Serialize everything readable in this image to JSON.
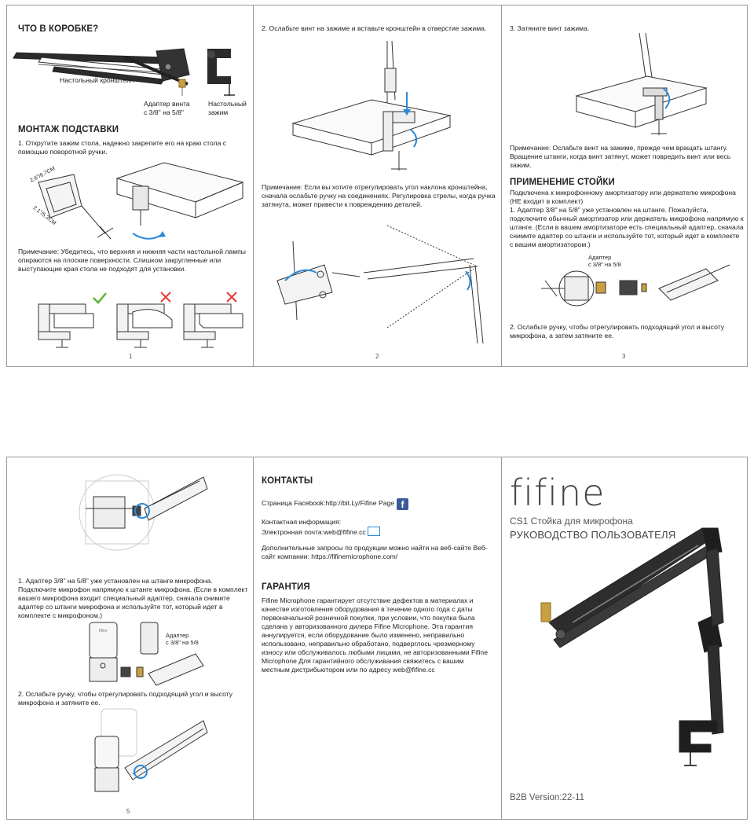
{
  "page1": {
    "title_box": "ЧТО В КОРОБКЕ?",
    "label_arm": "Настольный кронштейн",
    "label_adapter": "Адаптер винта\nс 3/8\" на 5/8\"",
    "label_clamp": "Настольный\nзажим",
    "title_mount": "МОНТАЖ ПОДСТАВКИ",
    "step1": "1. Открутите зажим стола, надежно закрепите его на краю стола с помощью поворотной ручки.",
    "dim1": "2.6\"/6.7CM",
    "dim2": "2.1\"/5.3CM",
    "note": "Примечание: Убедитесь, что верхняя и нижняя части настольной лампы опираются на плоские поверхности. Слишком закругленные или выступающие края стола не подходят для установки.",
    "page_number": "1"
  },
  "page2": {
    "step2": "2. Ослабьте винт на зажиме и вставьте кронштейн в отверстие зажима.",
    "note": "Примечание: Если вы хотите отрегулировать угол наклона кронштейна, сначала ослабьте ручку на соединениях. Регулировка стрелы, когда ручка затянута, может привести к повреждению деталей.",
    "page_number": "2"
  },
  "page3": {
    "step3": "3. Затяните винт зажима.",
    "note": "Примечание: Ослабьте винт на зажиме, прежде чем вращать штангу. Вращение штанги, когда винт затянут, может повредить винт или весь зажим.",
    "title_use": "ПРИМЕНЕНИЕ СТОЙКИ",
    "intro": "Подключена к микрофонному амортизатору или держателю микрофона (НЕ входит в комплект)",
    "step1": "1. Адаптер 3/8\" на 5/8\" уже установлен на штанге. Пожалуйста, подключите обычный амортизатор или держатель микрофона напрямую к штанге. (Если в вашем амортизаторе есть специальный адаптер, сначала снимите адаптер со штанги и используйте тот, который идет в комплекте с вашим амортизатором.)",
    "label_adapter": "Адаптер\nс 3/8\" на 5/8",
    "step2": "2. Ослабьте ручку, чтобы отрегулировать подходящий угол и высоту микрофона, а затем затяните ее.",
    "page_number": "3"
  },
  "page5": {
    "step1": "1. Адаптер 3/8\" на 5/8\" уже установлен на штанге микрофона. Подключите микрофон напрямую к штанге микрофона. (Если в комплект вашего микрофона входит специальный адаптер, сначала снимите адаптер со штанги микрофона и используйте тот, который идет в комплекте с микрофоном.)",
    "label_adapter": "Адаптер\nс 3/8\" на 5/8",
    "mic_brand": "fifine",
    "step2": "2. Ослабьте ручку, чтобы отрегулировать подходящий угол и высоту микрофона и затяните ее.",
    "page_number": "5"
  },
  "page6": {
    "title_contacts": "КОНТАКТЫ",
    "facebook": "Страница Facebook:http://bit.Ly/Fifine Page",
    "contact_label": "Контактная информация:",
    "email": "Электронная почта:web@fifine.cc",
    "more_info": "Дополнительные запросы по продукции можно найти на веб-сайте Веб-сайт компании: https://fifinemicrophone.com/",
    "title_warranty": "ГАРАНТИЯ",
    "warranty": "Fifine Microphone гарантирует отсутствие дефектов в материалах и качестве изготовления оборудования в течение одного года с даты первоначальной розничной покупки, при условии, что покупка была сделана у авторизованного дилера Fifine Microphone. Эта гарантия аннулируется, если оборудование было изменено, неправильно использовано, неправильно обработано, подверглось чрезмерному износу или обслуживалось любыми лицами, не авторизованными Fifine Microphone Для гарантийного обслуживания свяжитесь с вашим местным дистрибьютором или по адресу web@fifine.cc"
  },
  "page7": {
    "logo": "fifine",
    "product": "CS1 Стойка для микрофона",
    "manual": "РУКОВОДСТВО ПОЛЬЗОВАТЕЛЯ",
    "version": "B2B Version:22-11"
  },
  "icons": [
    "check-icon",
    "cross-icon",
    "facebook-icon",
    "mail-icon",
    "rotate-arrow-icon"
  ],
  "colors": {
    "accent_blue": "#2a8ad8",
    "check_green": "#5cb531",
    "cross_red": "#e53935",
    "brass": "#c8a040"
  }
}
